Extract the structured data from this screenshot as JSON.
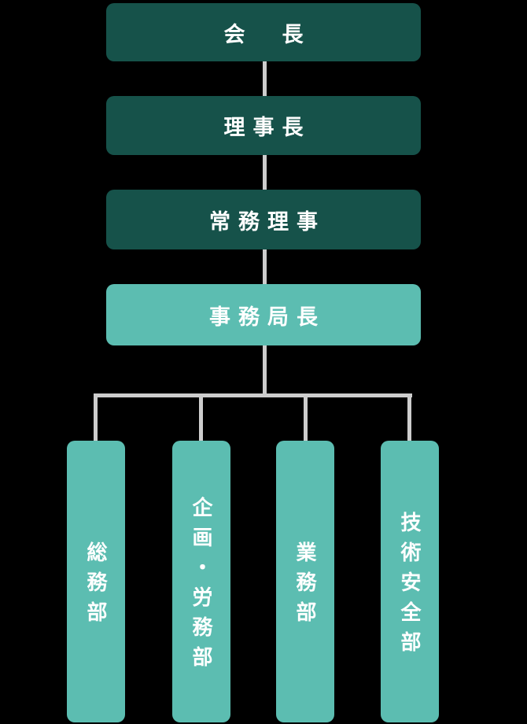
{
  "org": {
    "levels": [
      {
        "id": "chairman",
        "label": "会　長",
        "variant": "dark"
      },
      {
        "id": "president",
        "label": "理事長",
        "variant": "dark"
      },
      {
        "id": "managing-director",
        "label": "常務理事",
        "variant": "dark"
      },
      {
        "id": "secretary-general",
        "label": "事務局長",
        "variant": "light"
      }
    ],
    "departments": [
      {
        "id": "general-affairs",
        "label": "総務部"
      },
      {
        "id": "planning-labor",
        "label": "企画・労務部"
      },
      {
        "id": "operations",
        "label": "業務部"
      },
      {
        "id": "technical-safety",
        "label": "技術安全部"
      }
    ]
  },
  "theme": {
    "box-dark": "#16524A",
    "box-teal": "#5CBDB1",
    "connector": "#CDCDCD",
    "label-text": "#FFFFFF",
    "background": "#000000"
  }
}
